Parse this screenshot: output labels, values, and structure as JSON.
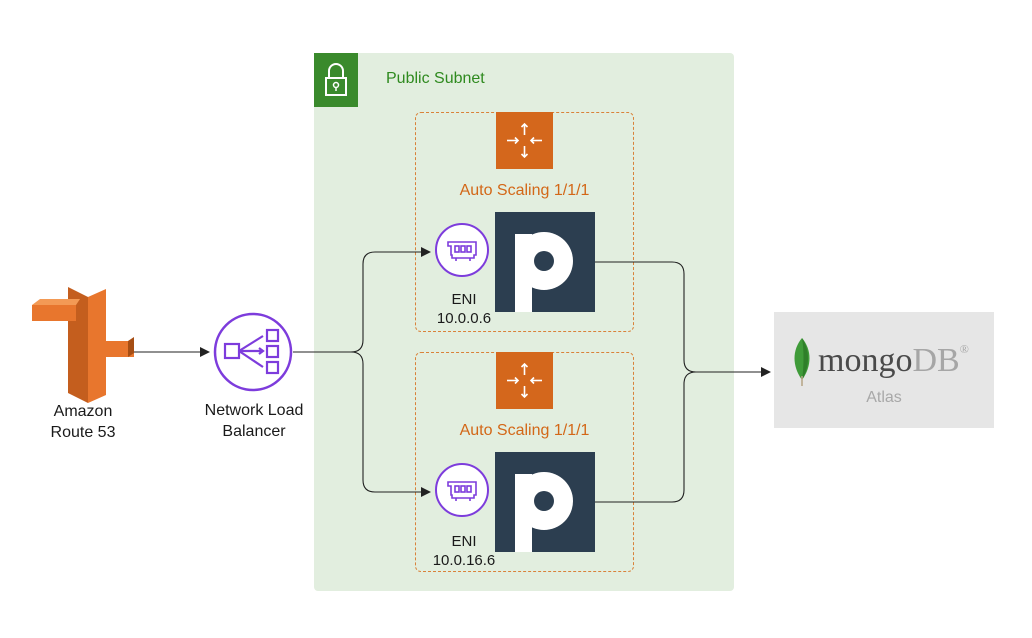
{
  "subnet": {
    "label": "Public Subnet"
  },
  "route53": {
    "label_line1": "Amazon",
    "label_line2": "Route 53"
  },
  "nlb": {
    "label_line1": "Network Load",
    "label_line2": "Balancer"
  },
  "asg1": {
    "label": "Auto Scaling 1/1/1",
    "eni_label": "ENI",
    "ip": "10.0.0.6"
  },
  "asg2": {
    "label": "Auto Scaling 1/1/1",
    "eni_label": "ENI",
    "ip": "10.0.16.6"
  },
  "mongo": {
    "word_main": "mongo",
    "word_db": "DB",
    "reg": "®",
    "sub": "Atlas"
  },
  "icons": {
    "lock": "lock-icon",
    "asg": "auto-scaling-icon",
    "eni": "network-interface-icon",
    "pritunl": "pritunl-logo",
    "route53": "route53-icon",
    "nlb": "load-balancer-icon",
    "mongo": "mongodb-leaf-icon"
  },
  "colors": {
    "subnet_bg": "#e2eedf",
    "subnet_accent": "#3a8a2c",
    "asg_orange": "#d4671c",
    "eni_purple": "#7d3cdc",
    "pritunl_dark": "#2c3e50",
    "route53_orange": "#e8762d"
  }
}
